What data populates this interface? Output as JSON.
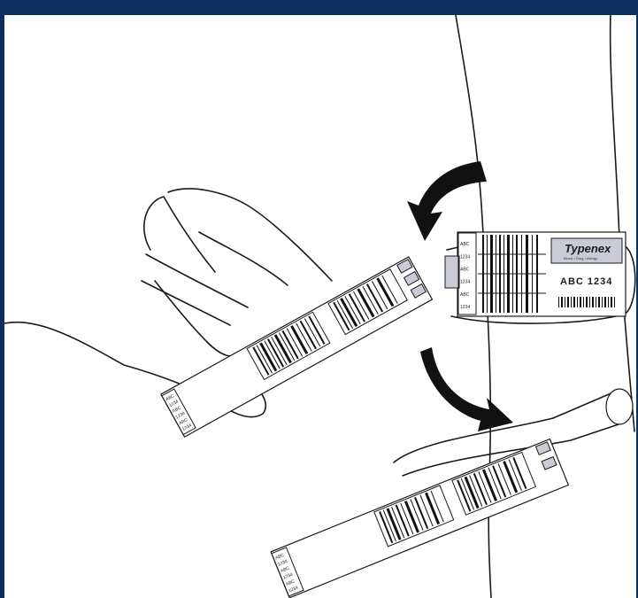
{
  "tag": {
    "brand": "Typenex",
    "subtitle": "Blood • Drug • Allergy",
    "code": "ABC 1234"
  },
  "strip_codes": [
    "ABC",
    "1234",
    "ABC",
    "1234",
    "ABC",
    "1234"
  ],
  "colors": {
    "border": "#0b2e5e",
    "ink": "#1a1a1a",
    "tab": "#c9ccd6",
    "brand_panel": "#c9ccd6"
  }
}
